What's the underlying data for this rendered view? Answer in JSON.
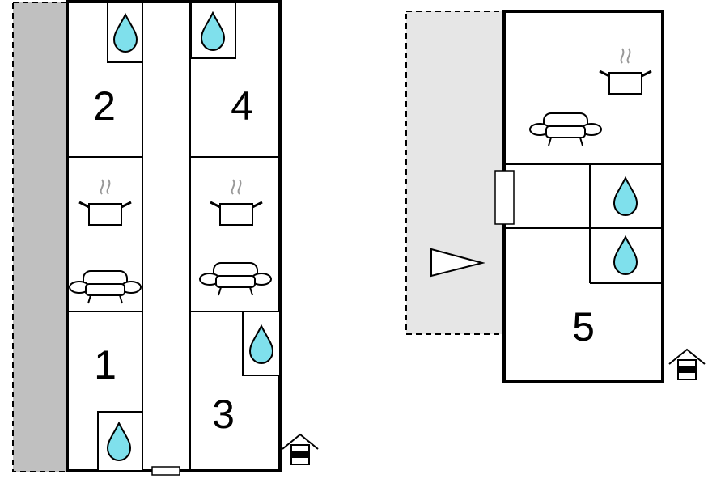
{
  "rooms": [
    {
      "number": "1"
    },
    {
      "number": "2"
    },
    {
      "number": "3"
    },
    {
      "number": "4"
    },
    {
      "number": "5"
    }
  ],
  "icons": {
    "bathroom": "water-drop-icon",
    "kitchen": "cooking-pot-icon",
    "living": "sofa-icon",
    "entrance": "house-entrance-icon",
    "direction": "direction-arrow-icon"
  },
  "colors": {
    "wall": "#000000",
    "water": "#7fe0ec",
    "terrace_dark": "#c0c0c0",
    "terrace_light": "#e6e6e6",
    "background": "#ffffff"
  }
}
